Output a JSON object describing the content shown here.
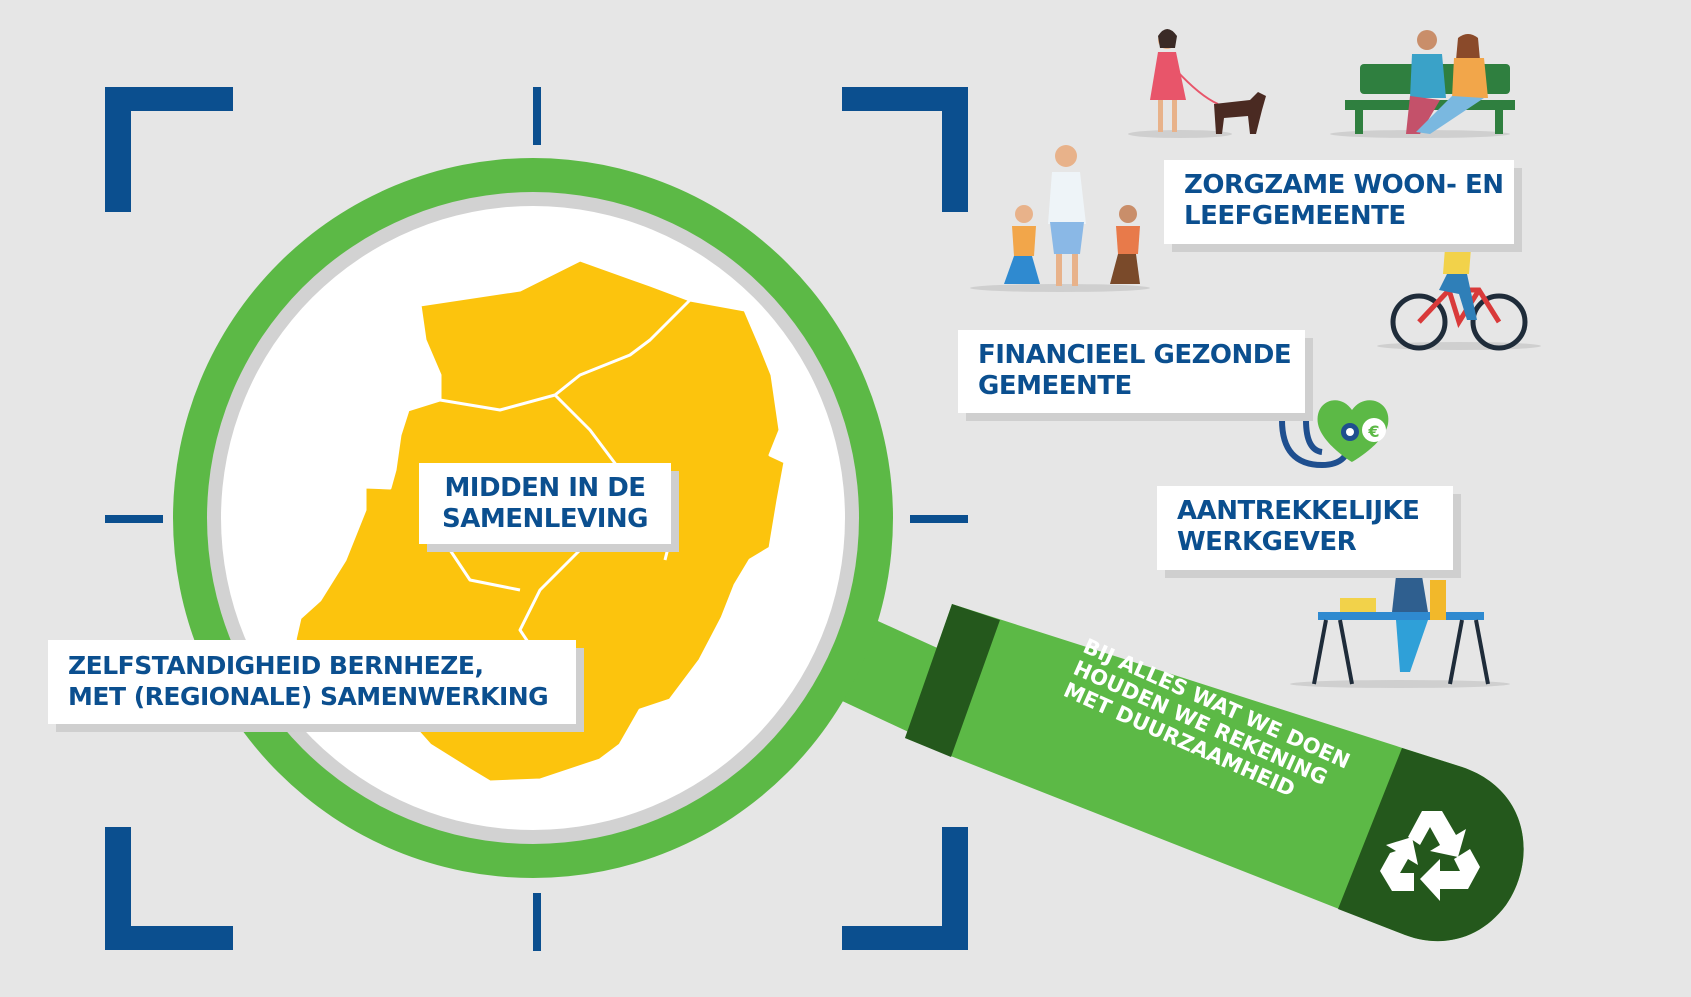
{
  "colors": {
    "background": "#e6e6e6",
    "frame_blue": "#0b4f8f",
    "lens_green": "#5cb946",
    "handle_dark_green": "#24581c",
    "map_yellow": "#fcc40d",
    "label_text": "#0b4f8f"
  },
  "center_label": {
    "lines": [
      "MIDDEN IN DE",
      "SAMENLEVING"
    ]
  },
  "left_label": {
    "lines": [
      "ZELFSTANDIGHEID BERNHEZE,",
      "MET (REGIONALE) SAMENWERKING"
    ]
  },
  "right_labels": [
    {
      "lines": [
        "ZORGZAME WOON- EN",
        "LEEFGEMEENTE"
      ]
    },
    {
      "lines": [
        "FINANCIEEL GEZONDE",
        "GEMEENTE"
      ]
    },
    {
      "lines": [
        "AANTREKKELIJKE",
        "WERKGEVER"
      ]
    }
  ],
  "handle": {
    "lines": [
      "BIJ ALLES WAT WE DOEN",
      "HOUDEN WE REKENING",
      "MET DUURZAAMHEID"
    ],
    "icon": "recycle-icon"
  },
  "heart_symbol": "€",
  "illustration_icons": [
    "woman-walking-dog-icon",
    "couple-on-bench-icon",
    "family-walking-icon",
    "cyclist-icon",
    "stethoscope-heart-icon",
    "person-at-desk-icon"
  ]
}
